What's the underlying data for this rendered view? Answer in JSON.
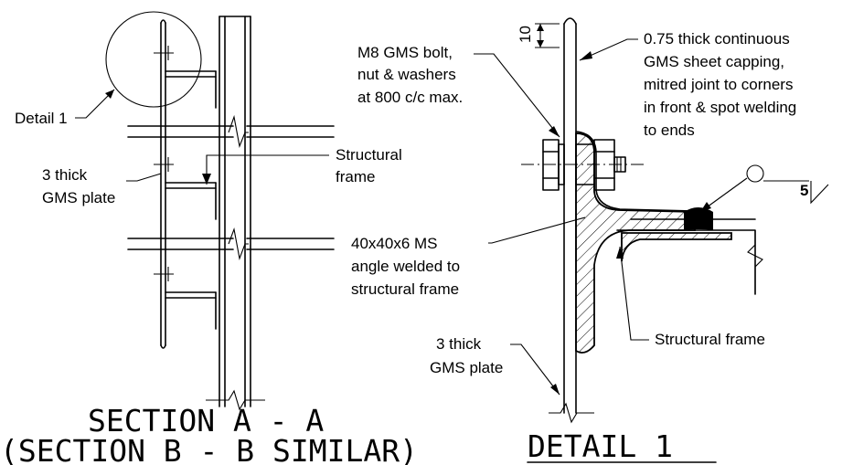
{
  "section": {
    "title": "SECTION  A  -  A",
    "subtitle": "(SECTION  B  - B  SIMILAR)",
    "labels": {
      "detail": "Detail 1",
      "plate_line1": "3 thick",
      "plate_line2": "GMS plate",
      "frame_line1": "Structural",
      "frame_line2": "frame"
    }
  },
  "detail": {
    "title": "DETAIL  1",
    "dimension": "10",
    "weld_size": "5",
    "labels": {
      "bolt_line1": "M8 GMS bolt,",
      "bolt_line2": "nut & washers",
      "bolt_line3": "at 800 c/c max.",
      "capping_line1": "0.75 thick continuous",
      "capping_line2": "GMS sheet capping,",
      "capping_line3": "mitred joint to corners",
      "capping_line4": "in front & spot welding",
      "capping_line5": "to ends",
      "angle_line1": "40x40x6 MS",
      "angle_line2": "angle welded to",
      "angle_line3": "structural frame",
      "frame": "Structural frame",
      "plate_line1": "3 thick",
      "plate_line2": "GMS plate"
    }
  }
}
